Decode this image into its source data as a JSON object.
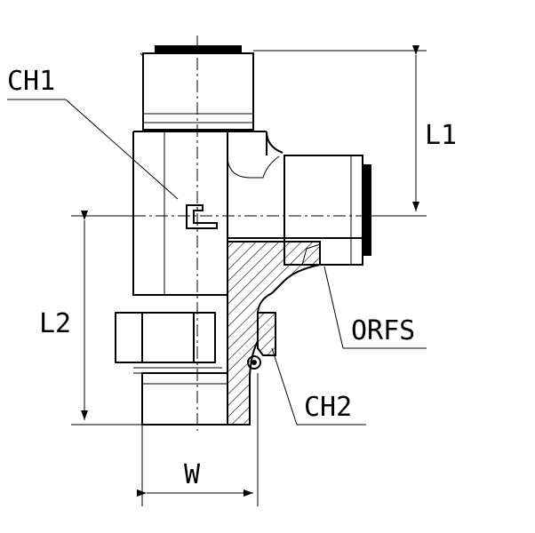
{
  "labels": {
    "ch1": "CH1",
    "l1": "L1",
    "l2": "L2",
    "orfs": "ORFS",
    "ch2": "CH2",
    "w": "W"
  }
}
